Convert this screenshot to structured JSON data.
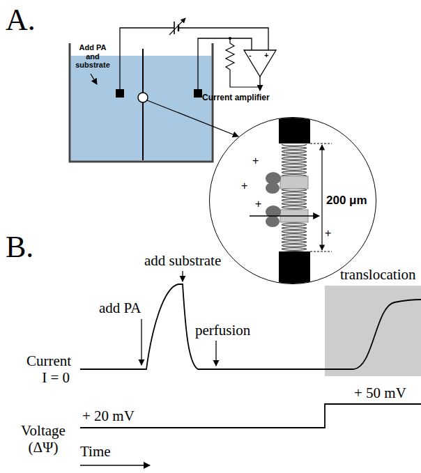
{
  "diagram": {
    "nodes": [
      {
        "text": [
          "translocation"
        ]
      },
      {
        "text": [
          "200 μm"
        ]
      }
    ],
    "labels": [
      "A.",
      "Add PA and substrate",
      "Current amplifier",
      "-",
      "+",
      "+",
      "+",
      "+",
      "+",
      "B.",
      "add substrate",
      "add PA",
      "perfusion",
      "Current I = 0",
      "+ 50 mV",
      "+ 20 mV",
      "Voltage (ΔΨ)",
      "Time"
    ]
  }
}
